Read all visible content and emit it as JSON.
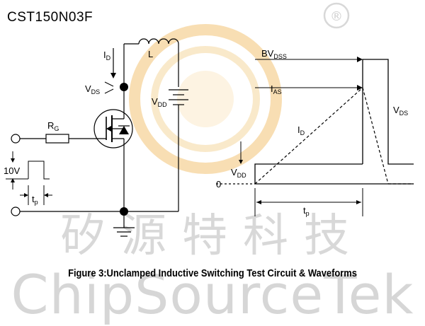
{
  "header": {
    "part_number": "CST150N03F"
  },
  "watermark": {
    "chinese": "矽源特科技",
    "latin": "ChipSourceTek",
    "registered_symbol": "®",
    "logo_color": "#f2c27a"
  },
  "circuit": {
    "labels": {
      "id_main": "I",
      "id_sub": "D",
      "inductor": "L",
      "vds_main": "V",
      "vds_sub": "DS",
      "vdd_main": "V",
      "vdd_sub": "DD",
      "rg_main": "R",
      "rg_sub": "G",
      "pulse_amp": "10V",
      "tp_main": "t",
      "tp_sub": "p"
    }
  },
  "waveform": {
    "labels": {
      "bvdss_main": "BV",
      "bvdss_sub": "DSS",
      "ias_main": "I",
      "ias_sub": "AS",
      "vds_main": "V",
      "vds_sub": "DS",
      "id_main": "I",
      "id_sub": "D",
      "vdd_main": "V",
      "vdd_sub": "DD",
      "zero": "0",
      "tp_main": "t",
      "tp_sub": "p"
    }
  },
  "caption": "Figure 3:Unclamped Inductive Switching Test Circuit & Waveforms"
}
